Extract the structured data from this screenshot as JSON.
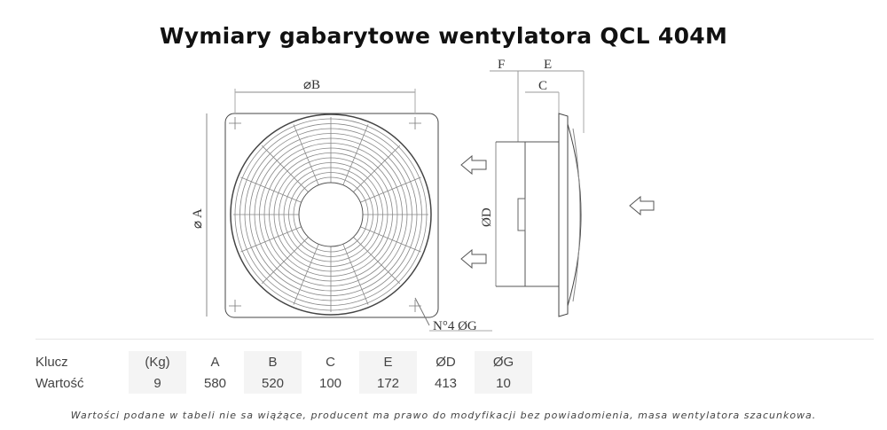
{
  "title": "Wymiary gabarytowe wentylatora QCL 404M",
  "drawing": {
    "label_b": "⌀B",
    "label_a": "⌀ A",
    "label_d": "ØD",
    "label_c": "C",
    "label_e": "E",
    "label_f": "F",
    "label_holes": "N°4 ØG"
  },
  "table": {
    "key_label": "Klucz",
    "value_label": "Wartość",
    "keys": [
      "(Kg)",
      "A",
      "B",
      "C",
      "E",
      "ØD",
      "ØG"
    ],
    "values": [
      "9",
      "580",
      "520",
      "100",
      "172",
      "413",
      "10"
    ]
  },
  "note": "Wartości podane w tabeli nie sa wiążące, producent ma prawo do modyfikacji bez powiadomienia, masa wentylatora szacunkowa."
}
